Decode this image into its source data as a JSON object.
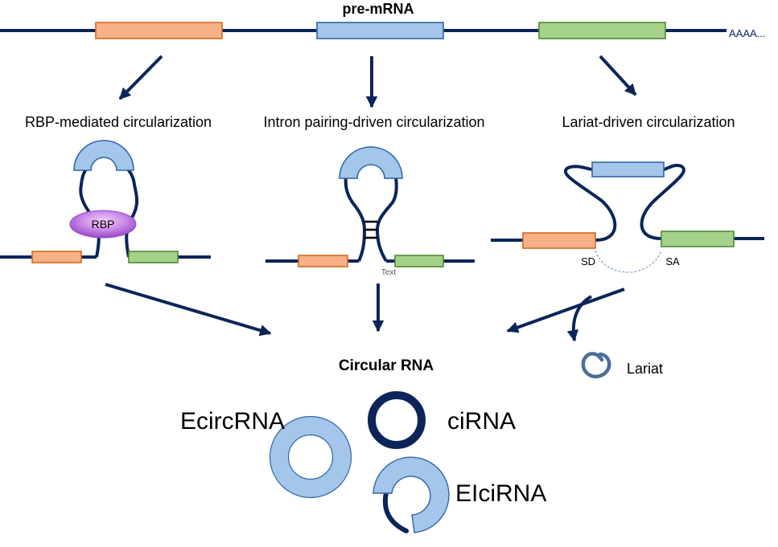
{
  "title": "pre-mRNA",
  "poly_a": "AAAA...",
  "colors": {
    "strand": "#0B2559",
    "exon_orange_fill": "#F8B086",
    "exon_orange_stroke": "#D06A1E",
    "exon_blue_fill": "#A4C6EA",
    "exon_blue_stroke": "#2F67A5",
    "exon_green_fill": "#A6D18A",
    "exon_green_stroke": "#4F8B2F",
    "rbp_fill": "#C27BE0",
    "lariat_loop": "#4A6E97"
  },
  "pathways": {
    "rbp": {
      "label": "RBP-mediated circularization",
      "rbp_label": "RBP"
    },
    "intron": {
      "label": "Intron pairing-driven circularization",
      "text_label": "Text"
    },
    "lariat": {
      "label": "Lariat-driven circularization",
      "sd_label": "SD",
      "sa_label": "SA"
    }
  },
  "lariat_label": "Lariat",
  "result": {
    "title": "Circular RNA",
    "types": {
      "ecircrna": "EcircRNA",
      "cirna": "ciRNA",
      "elcirna": "EIciRNA"
    }
  }
}
